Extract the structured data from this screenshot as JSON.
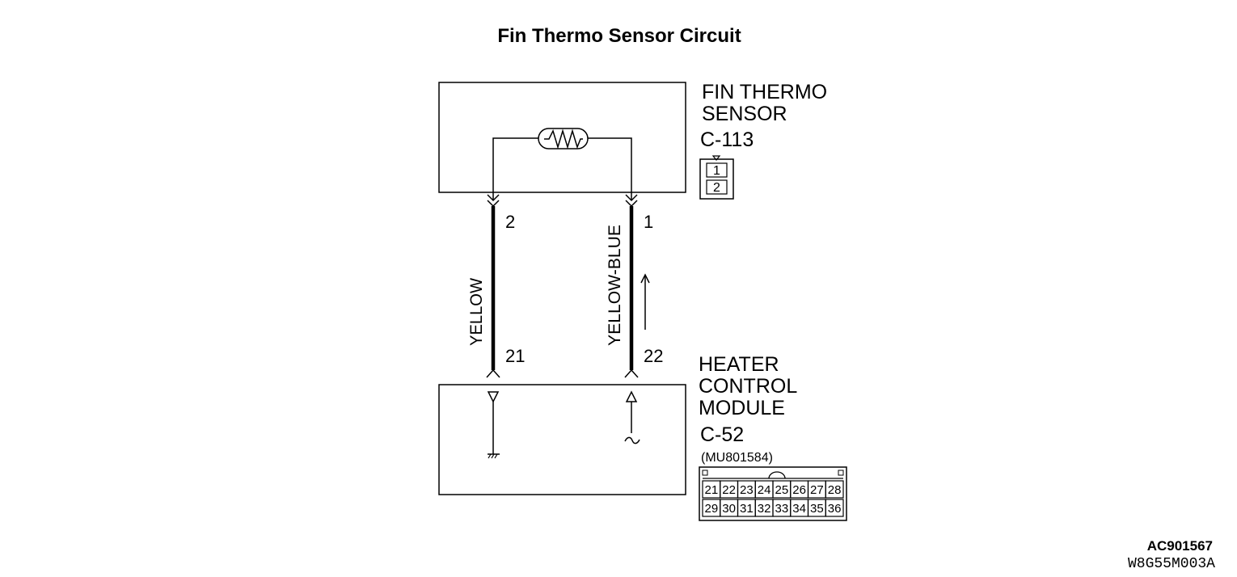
{
  "title": "Fin Thermo Sensor Circuit",
  "sensor": {
    "name_line1": "FIN THERMO",
    "name_line2": "SENSOR",
    "connector_id": "C-113",
    "connector_pins": [
      "1",
      "2"
    ]
  },
  "module": {
    "name_line1": "HEATER",
    "name_line2": "CONTROL",
    "name_line3": "MODULE",
    "connector_id": "C-52",
    "part_number": "(MU801584)",
    "connector_row1": [
      "21",
      "22",
      "23",
      "24",
      "25",
      "26",
      "27",
      "28"
    ],
    "connector_row2": [
      "29",
      "30",
      "31",
      "32",
      "33",
      "34",
      "35",
      "36"
    ]
  },
  "wires": [
    {
      "color_label": "YELLOW",
      "sensor_pin": "2",
      "module_pin": "21"
    },
    {
      "color_label": "YELLOW-BLUE",
      "sensor_pin": "1",
      "module_pin": "22"
    }
  ],
  "reference": {
    "code1": "AC901567",
    "code2": "W8G55M003A"
  }
}
